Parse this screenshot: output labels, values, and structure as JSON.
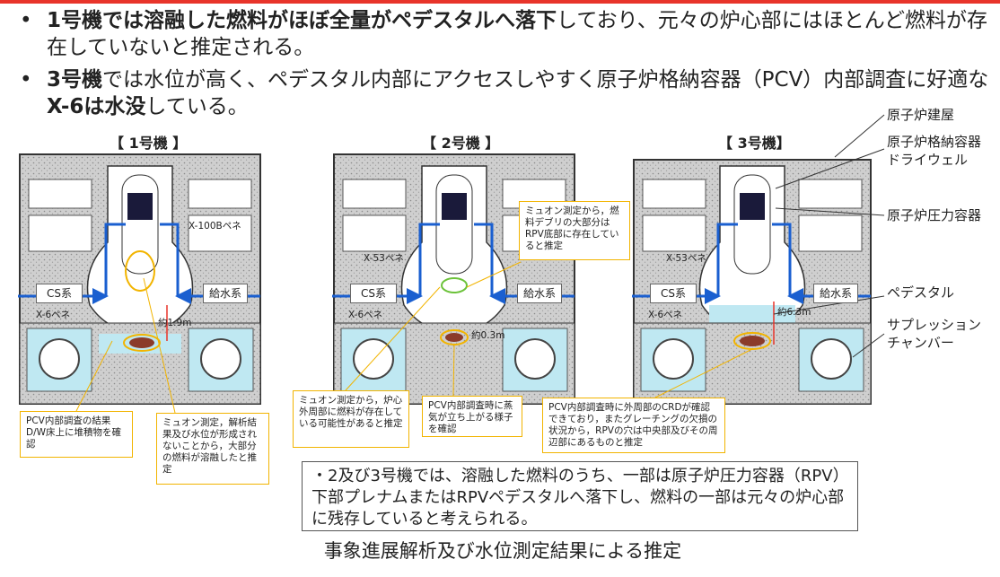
{
  "bullets": [
    {
      "bold": "1号機では溶融した燃料がほぼ全量がペデスタルへ落下",
      "rest": "しており、元々の炉心部にはほとんど燃料が存在していないと推定される。"
    },
    {
      "bold_a": "3号機",
      "mid": "では水位が高く、ペデスタル内部にアクセスしやすく原子炉格納容器（PCV）内部調査に好適な",
      "bold_b": "X-6は水没",
      "end": "している。"
    }
  ],
  "bullet_dot": "•",
  "units": {
    "u1": {
      "title": "【 1号機 】",
      "cs": "CS系",
      "feed": "給水系",
      "x6": "X-6ペネ",
      "x100": "X-100Bペネ",
      "height": "約1.9m"
    },
    "u2": {
      "title": "【 2号機 】",
      "cs": "CS系",
      "feed": "給水系",
      "x6": "X-6ペネ",
      "x53": "X-53ペネ",
      "height": "約0.3m"
    },
    "u3": {
      "title": "【 3号機】",
      "cs": "CS系",
      "feed": "給水系",
      "x6": "X-6ペネ",
      "x53": "X-53ペネ",
      "height": "約6.3m"
    }
  },
  "right_labels": {
    "building": "原子炉建屋",
    "pcv": "原子炉格納容器ドライウェル",
    "rpv": "原子炉圧力容器",
    "pedestal": "ペデスタル",
    "suppression": "サプレッションチャンバー"
  },
  "callouts": {
    "c1": "PCV内部調査の結果D/W床上に堆積物を確認",
    "c2": "ミュオン測定，解析結果及び水位が形成されないことから，大部分の燃料が溶融したと推定",
    "c3": "ミュオン測定から，炉心外周部に燃料が存在している可能性があると推定",
    "c4": "PCV内部調査時に蒸気が立ち上がる様子を確認",
    "c5": "ミュオン測定から，燃料デブリの大部分はRPV底部に存在していると推定",
    "c6": "PCV内部調査時に外周部のCRDが確認できており，またグレーチングの欠損の状況から，RPVの穴は中央部及びその周辺部にあるものと推定"
  },
  "summary": "・2及び3号機では、溶融した燃料のうち、一部は原子炉圧力容器（RPV）下部プレナムまたはRPVペデスタルへ落下し、燃料の一部は元々の炉心部に残存していると考えられる。",
  "footer": "事象進展解析及び水位測定結果による推定",
  "colors": {
    "accent_red": "#e8342a",
    "callout_border": "#f2b400",
    "pipe_blue": "#1a5fd0",
    "water": "#bfe8f2",
    "concrete": "#c8c8c8"
  }
}
